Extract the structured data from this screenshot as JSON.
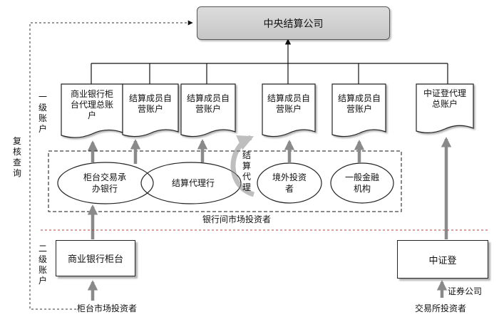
{
  "top_box": "中央结算公司",
  "level1_label": "一级账户",
  "level2_label": "二级账户",
  "review_label": "复核查询",
  "accounts": [
    "商业银行柜台代理总账户",
    "结算成员自营账户",
    "结算成员自营账户",
    "结算成员自营账户",
    "结算成员自营账户",
    "中证登代理总账户"
  ],
  "ovals": [
    "柜台交易承办银行",
    "结算代理行",
    "境外投资者",
    "一般金融机构"
  ],
  "settlement_agent": "结算代理",
  "interbank_label": "银行间市场投资者",
  "commercial_counter_box": "商业银行柜台",
  "csdc_box": "中证登",
  "securities_company": "证券公司",
  "counter_investors": "柜台市场投资者",
  "exchange_investors": "交易所投资者"
}
